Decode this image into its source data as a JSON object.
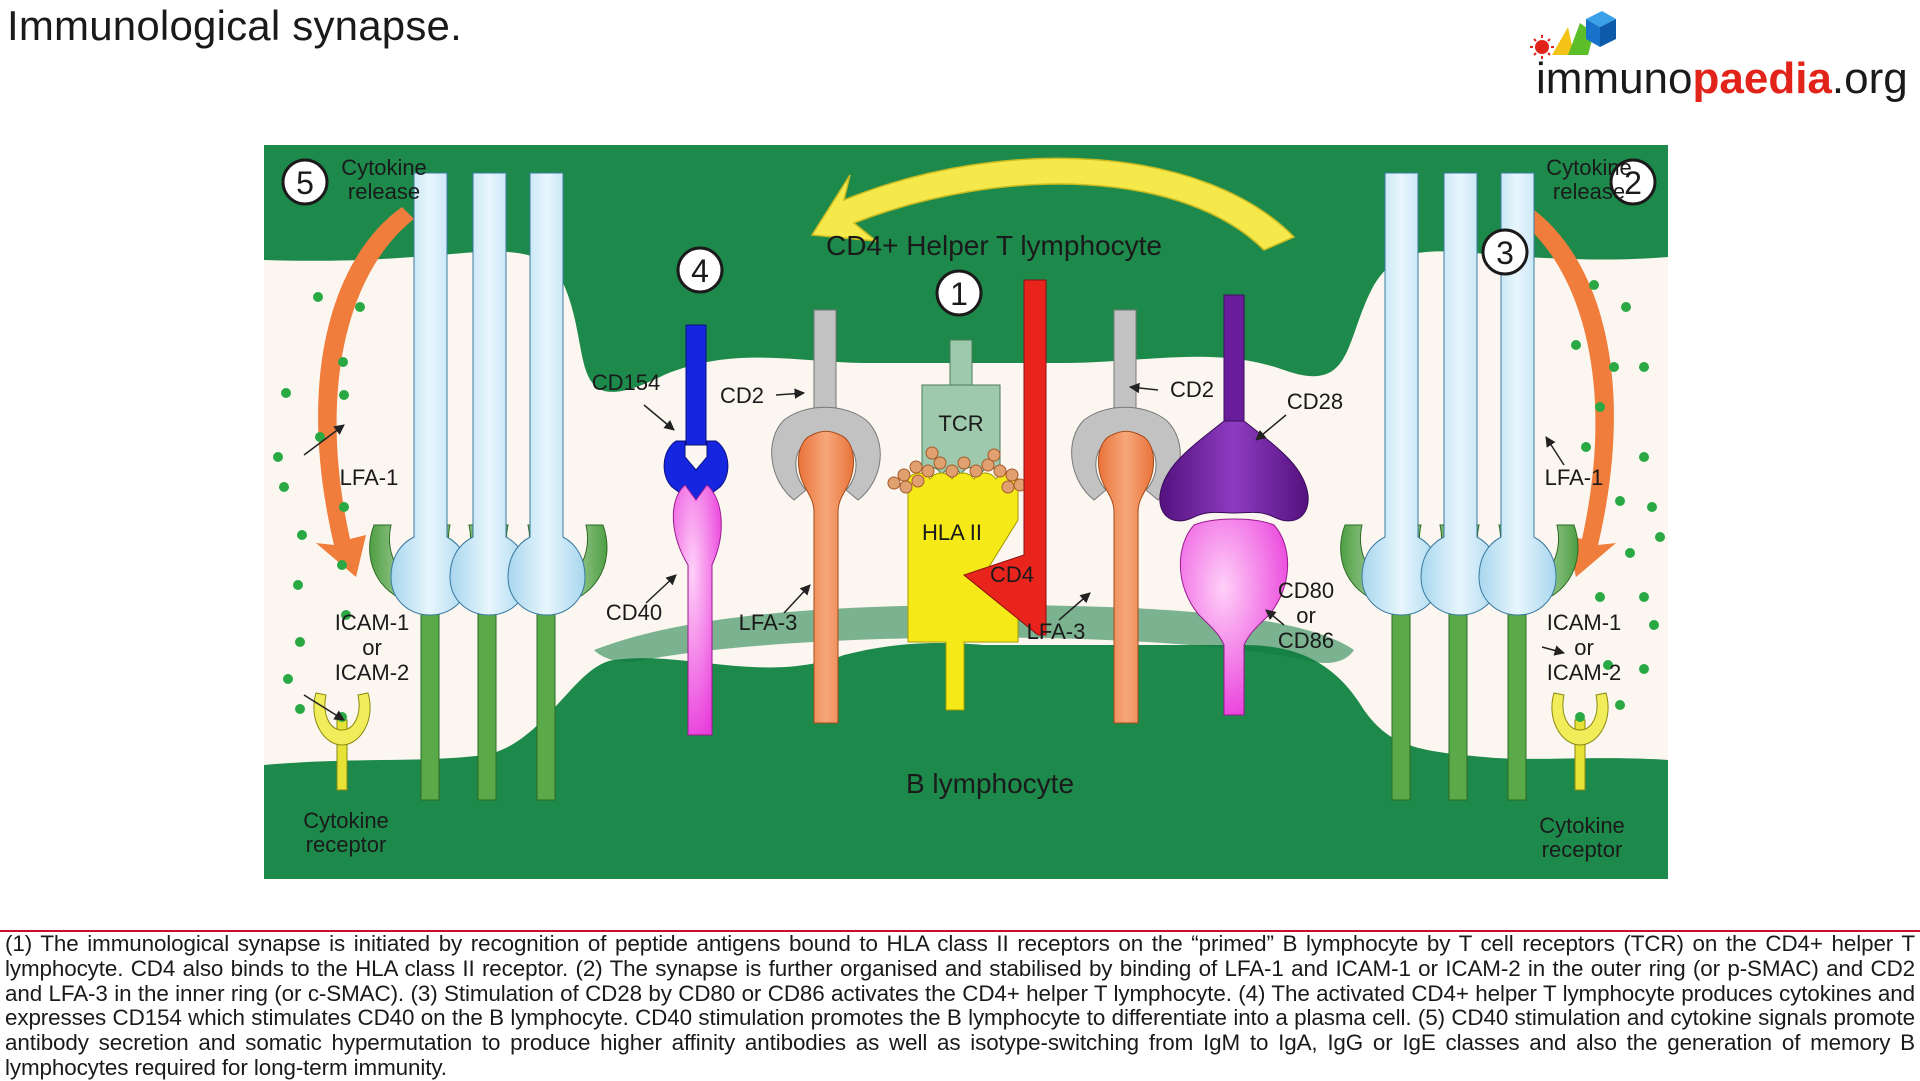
{
  "title": "Immunological synapse.",
  "logo": {
    "part1": "immuno",
    "part2": "paedia",
    "part3": ".org"
  },
  "diagram": {
    "cells": {
      "t_cell": "CD4+ Helper T lymphocyte",
      "b_cell": "B lymphocyte"
    },
    "steps": [
      "1",
      "2",
      "3",
      "4",
      "5"
    ],
    "labels": {
      "cytokine_release_left": [
        "Cytokine",
        "release"
      ],
      "cytokine_release_right": [
        "Cytokine",
        "release"
      ],
      "lfa1": "LFA-1",
      "icam": [
        "ICAM-1",
        "or",
        "ICAM-2"
      ],
      "cytokine_receptor": [
        "Cytokine",
        "receptor"
      ],
      "cd154": "CD154",
      "cd40": "CD40",
      "cd2": "CD2",
      "lfa3": "LFA-3",
      "tcr": "TCR",
      "hla": "HLA II",
      "cd4": "CD4",
      "cd28": "CD28",
      "cd80": [
        "CD80",
        "or",
        "CD86"
      ]
    },
    "colors": {
      "cell_green": "#1d8a4c",
      "cell_green_dark": "#137a3f",
      "synaptic_space": "#fbf6ef",
      "lfa1_blue": "#cfe9f6",
      "icam_green": "#5aaa4a",
      "cd2_grey": "#c2c2c2",
      "lfa3_orange": "#f28a55",
      "tcr_green": "#9ec9ad",
      "hla_yellow": "#f5ea18",
      "cd4_red": "#e8241d",
      "cd154_blue": "#1525e0",
      "cd40_magenta": "#f25ee6",
      "cd28_purple": "#6a1d9b",
      "arrow_yellow": "#f5e84b",
      "arrow_orange": "#f07d3b",
      "cytokine_dot": "#2aa843",
      "peptide": "#e0a070"
    }
  },
  "caption": "(1) The immunological synapse is initiated by recognition of peptide antigens bound to HLA class II receptors on the “primed” B lymphocyte by T cell receptors (TCR) on the CD4+ helper T lymphocyte. CD4 also binds to the HLA class II receptor. (2) The synapse is further organised and stabilised by binding of LFA-1 and ICAM-1 or ICAM-2 in the outer ring (or p-SMAC) and CD2 and LFA-3 in the inner ring (or c-SMAC). (3) Stimulation of CD28 by CD80 or CD86 activates the CD4+ helper T lymphocyte. (4) The activated CD4+ helper T lymphocyte produces cytokines and expresses CD154 which stimulates CD40 on the B lymphocyte. CD40 stimulation promotes the B lymphocyte to differentiate into a plasma cell. (5) CD40 stimulation and cytokine signals promote antibody secretion and somatic hypermutation to produce higher affinity antibodies as well as isotype-switching from IgM to IgA, IgG or IgE classes and also the generation of memory B lymphocytes required for long-term immunity."
}
